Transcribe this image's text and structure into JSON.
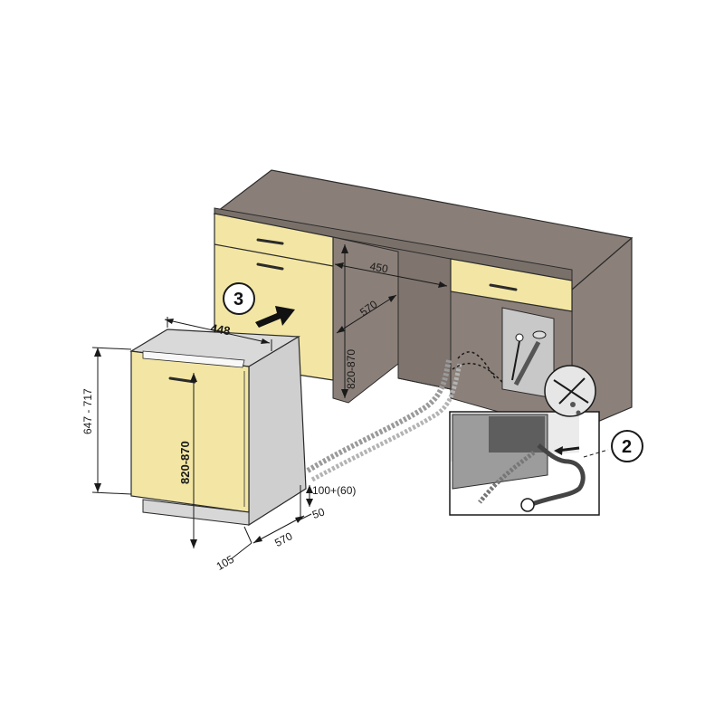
{
  "diagram": {
    "dimensions": {
      "cabinet_gap_width": "450",
      "cabinet_depth": "570",
      "cabinet_height": "820-870",
      "appliance_width": "448",
      "door_height": "647 - 717",
      "appliance_height": "820-870",
      "plinth_clearance": "105",
      "appliance_depth": "570",
      "hose_gap": "100+(60)",
      "rear_gap": "50"
    },
    "steps": {
      "push_in": "3",
      "connect_water": "2"
    },
    "colors": {
      "countertop": "#8a7f78",
      "cabinet_front": "#f3e6a4",
      "panel_grey": "#cfcfcf",
      "outline": "#1a1a1a"
    }
  }
}
